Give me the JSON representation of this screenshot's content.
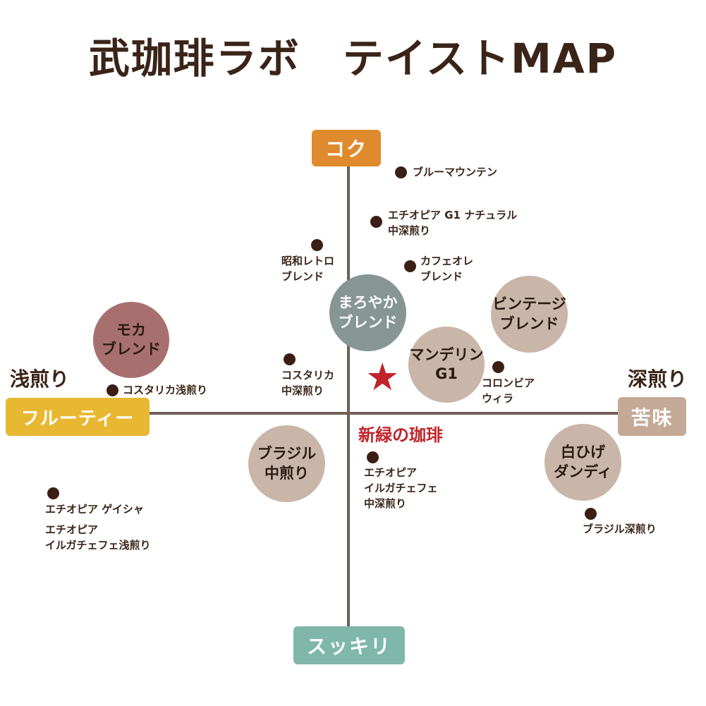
{
  "title": "武珈琲ラボ　テイストMAP",
  "axes": {
    "top": "コク",
    "bottom": "スッキリ",
    "left": "フルーティー",
    "right": "苦味",
    "left_roast": "浅煎り",
    "right_roast": "深煎り"
  },
  "colors": {
    "koku": "#e08a2e",
    "sukkiri": "#7fb8aa",
    "fruity": "#e9b833",
    "nigami": "#c4a997",
    "featured": "#c1232b"
  },
  "blends": {
    "moka": "モカ\nブレンド",
    "maroyaka": "まろやか\nブレンド",
    "vintage": "ビンテージ\nブレンド",
    "mandheling": "マンデリン\nG1",
    "brazil_medium": "ブラジル\n中煎り",
    "shirohige": "白ひげ\nダンディ"
  },
  "beans": {
    "blue_mountain": "ブルーマウンテン",
    "ethiopia_natural": "エチオピア G1 ナチュラル\n中深煎り",
    "showa_retro": "昭和レトロ\nブレンド",
    "cafe_au_lait": "カフェオレ\nブレンド",
    "costa_rica_medium_dark": "コスタリカ\n中深煎り",
    "colombia_huila": "コロンビア\nウィラ",
    "costa_rica_light": "コスタリカ浅煎り",
    "ethiopia_yirgacheffe_medium_dark": "エチオピア\nイルガチェフェ\n中深煎り",
    "ethiopia_geisha": "エチオピア ゲイシャ",
    "ethiopia_yirgacheffe_light": "エチオピア\nイルガチェフェ浅煎り",
    "brazil_dark": "ブラジル深煎り"
  },
  "featured": "新緑の珈琲"
}
